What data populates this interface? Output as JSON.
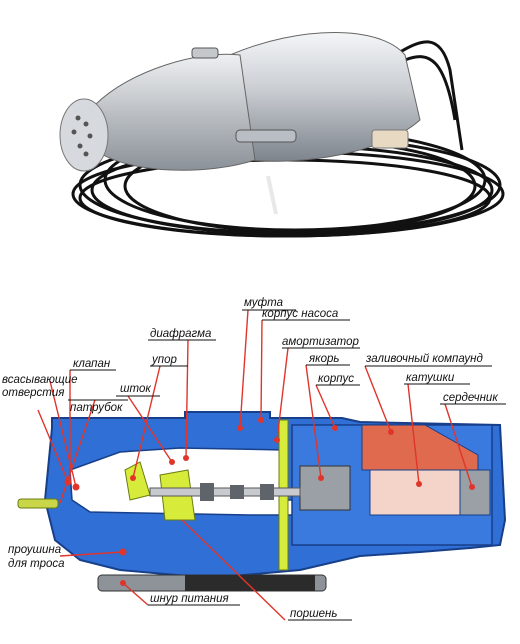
{
  "photo": {
    "subject": "submersible vibration pump with coiled power cable",
    "colors": {
      "body": "#d9dde2",
      "cable": "#111111",
      "background": "#ffffff"
    }
  },
  "diagram": {
    "colors": {
      "housing": "#2f6fd6",
      "housing_dark": "#1a4fae",
      "interior": "#ffffff",
      "compound": "#e06a4e",
      "coil": "#f4d3c8",
      "diaphragm": "#d7ec3a",
      "metal": "#9aa0a6",
      "leader": "#e0352b",
      "pointer_dot": "#e0352b",
      "label_line": "#111111"
    },
    "labels": {
      "muffle": "муфта",
      "pump_body": "корпус насоса",
      "diaphragm": "диафрагма",
      "shock_absorber": "амортизатор",
      "valve": "клапан",
      "stop": "упор",
      "anchor": "якорь",
      "intake_line1": "всасывающие",
      "intake_line2": "отверстия",
      "rod": "шток",
      "housing": "корпус",
      "compound": "заливочный компаунд",
      "nozzle": "патрубок",
      "coils": "катушки",
      "core": "сердечник",
      "eyelet_line1": "проушина",
      "eyelet_line2": "для троса",
      "power_cord": "шнур питания",
      "piston": "поршень"
    }
  }
}
